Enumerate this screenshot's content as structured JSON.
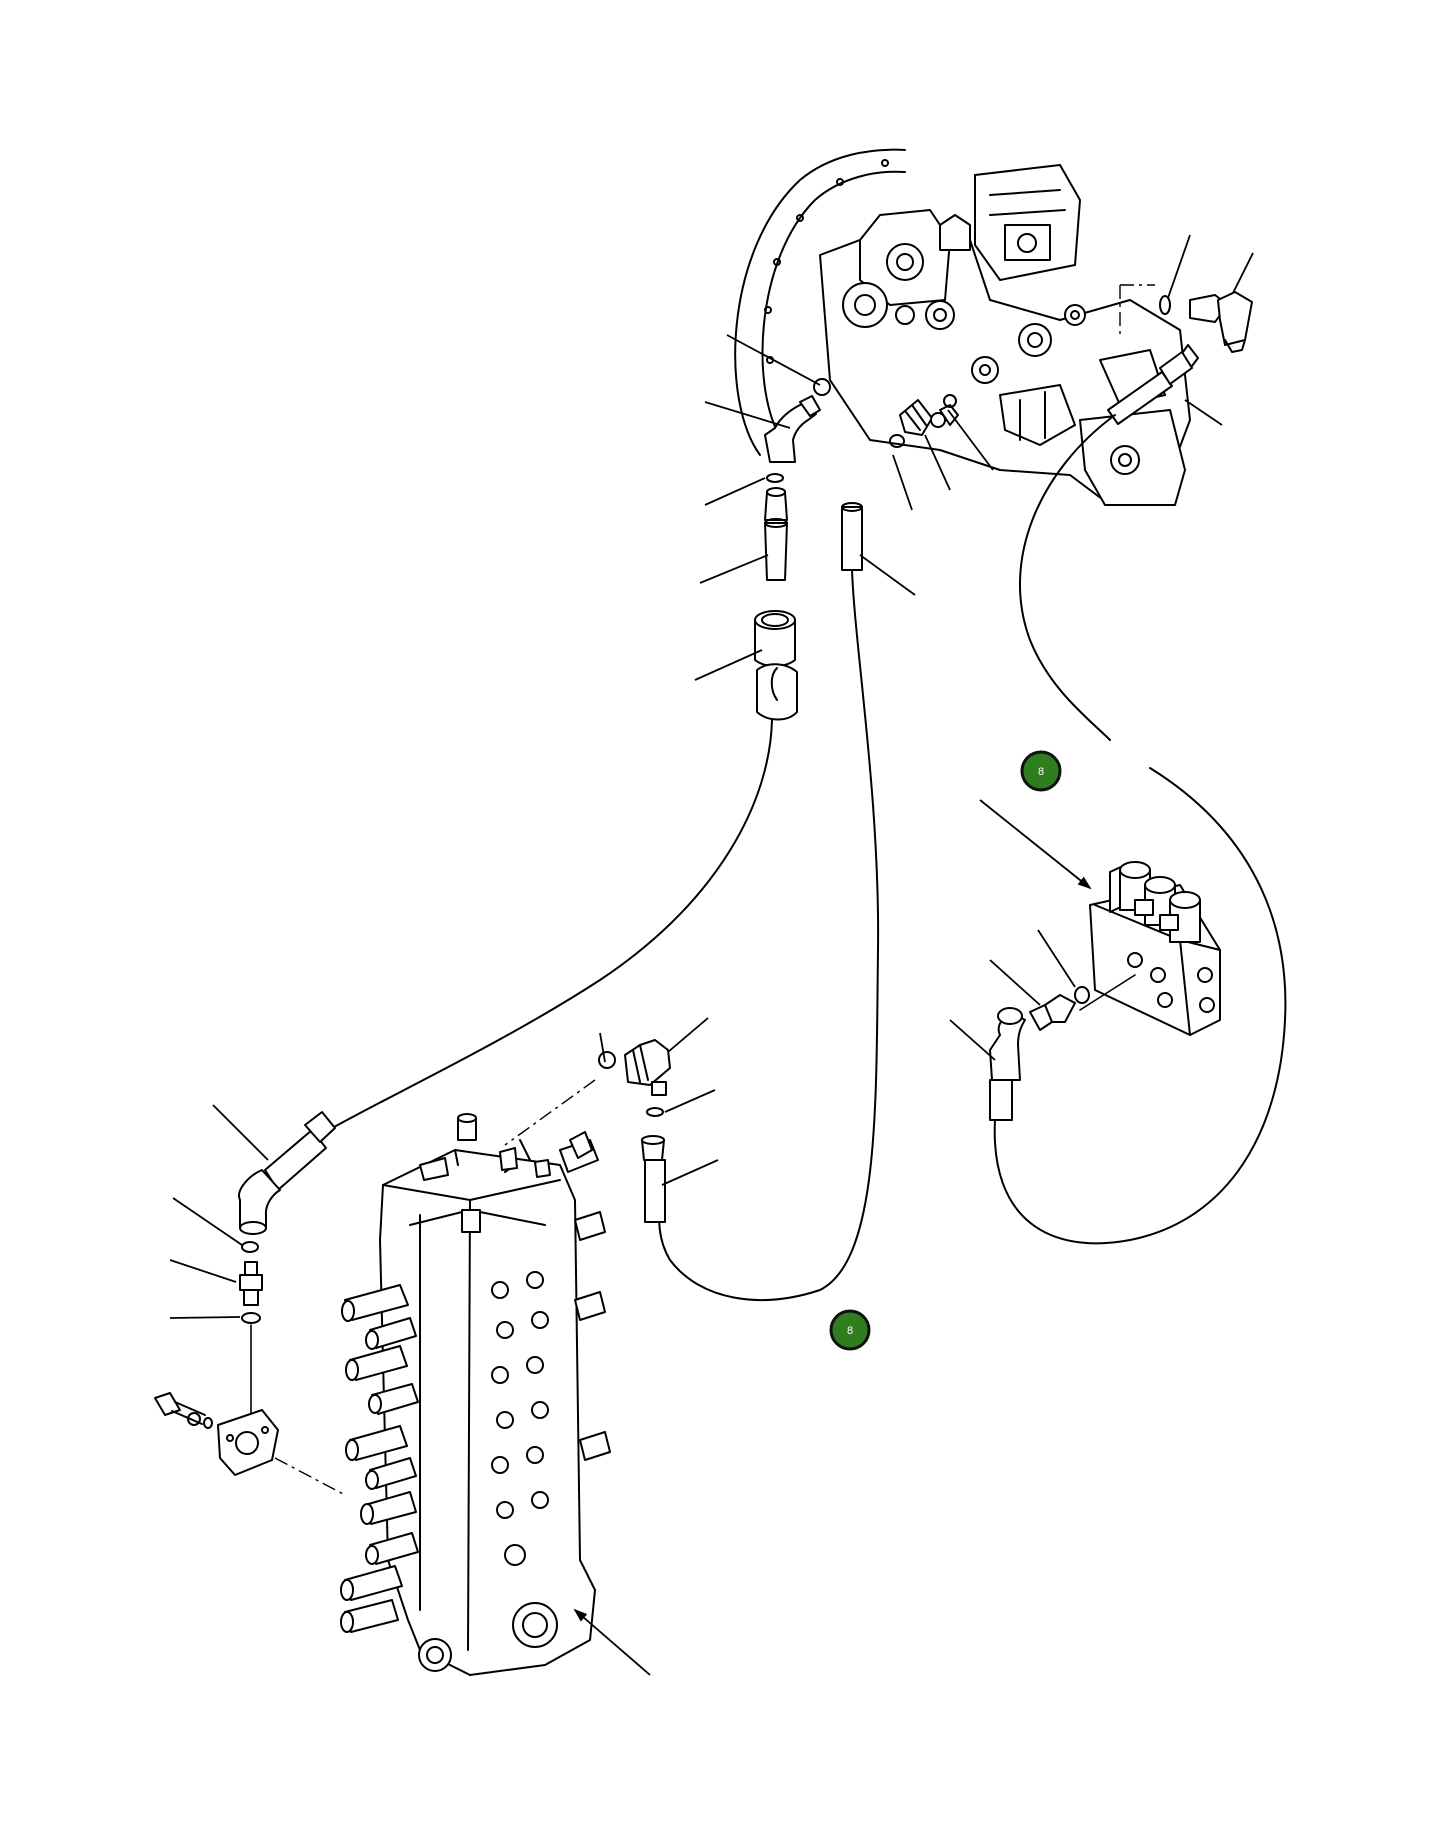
{
  "badges": [
    {
      "id": "badge-top",
      "text": "8"
    },
    {
      "id": "badge-bottom",
      "text": "8"
    }
  ],
  "colors": {
    "badge_fill": "#2e7d1f",
    "line": "#000000",
    "background": "#ffffff"
  }
}
